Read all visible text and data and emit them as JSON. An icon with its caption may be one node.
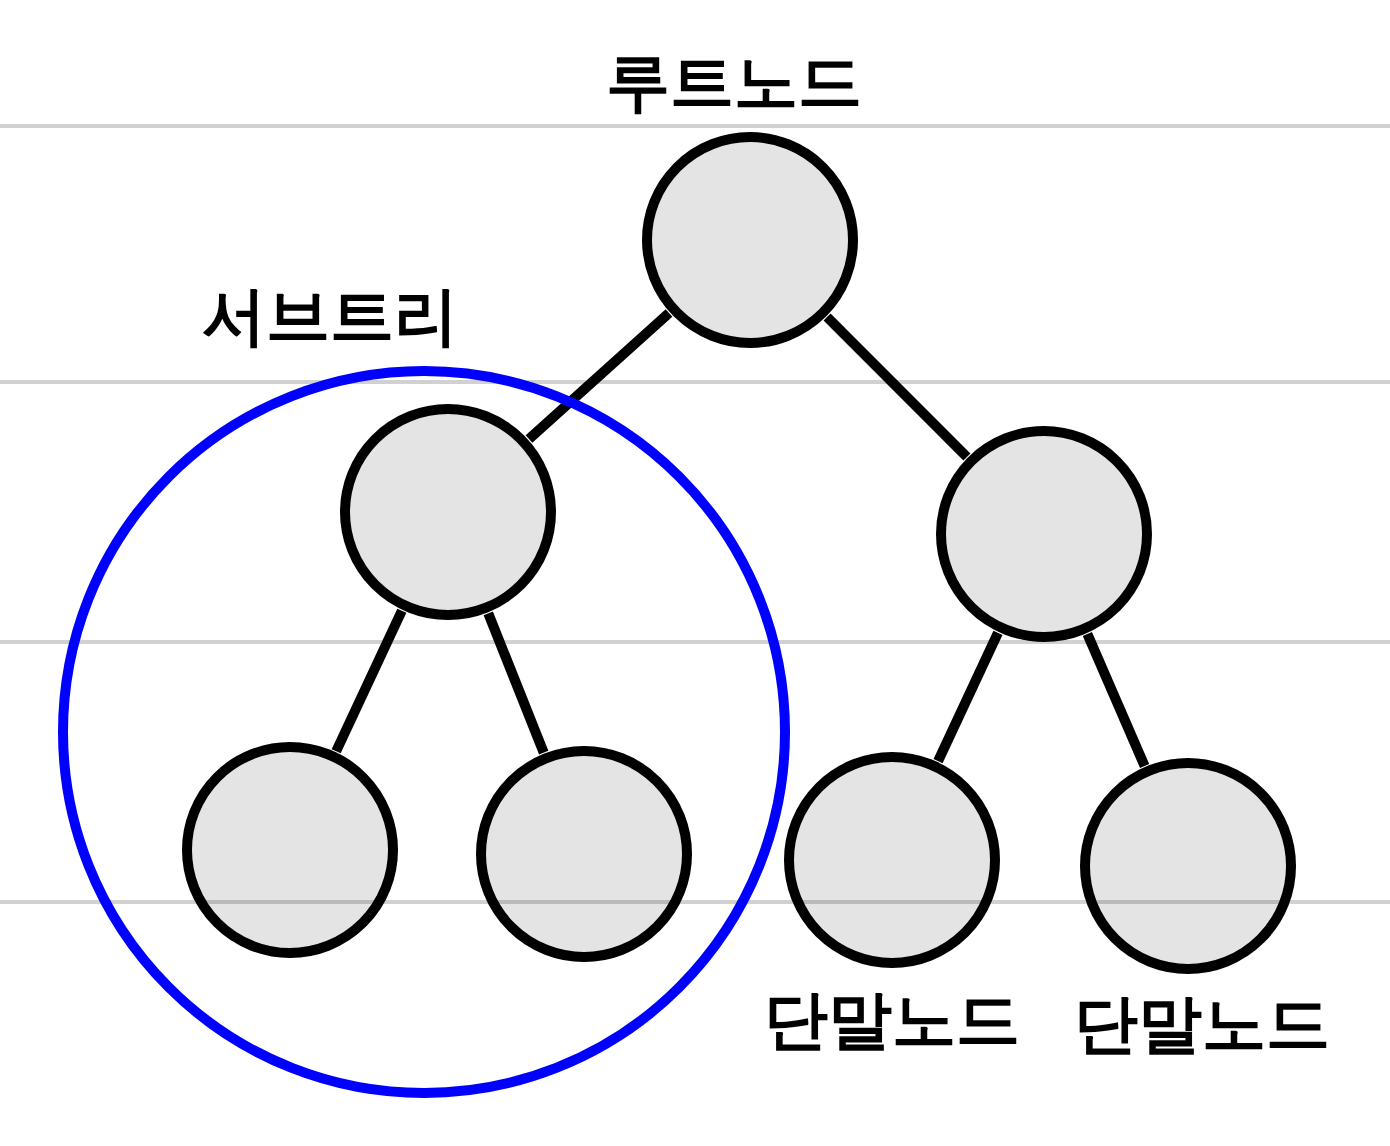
{
  "diagram": {
    "nodes": [
      {
        "text": [],
        "shape": "circle",
        "beside": [
          "루트노드"
        ]
      },
      {
        "text": [],
        "shape": "circle",
        "beside": [
          "서브트리"
        ]
      },
      {
        "text": [],
        "shape": "circle",
        "in": 1
      },
      {
        "text": [],
        "shape": "circle"
      },
      {
        "text": [],
        "shape": "circle",
        "in": 1
      },
      {
        "text": [],
        "shape": "circle",
        "in": 1
      },
      {
        "text": [],
        "shape": "circle",
        "beside": [
          "단말노드"
        ]
      },
      {
        "text": [],
        "shape": "circle",
        "beside": [
          "단말노드"
        ]
      }
    ],
    "edges": [
      {
        "from": 0,
        "to": 2,
        "arrow": "none"
      },
      {
        "from": 0,
        "to": 3,
        "arrow": "none"
      },
      {
        "from": 2,
        "to": 4,
        "arrow": "none"
      },
      {
        "from": 2,
        "to": 5,
        "arrow": "none"
      },
      {
        "from": 3,
        "to": 6,
        "arrow": "none"
      },
      {
        "from": 3,
        "to": 7,
        "arrow": "none"
      }
    ]
  }
}
